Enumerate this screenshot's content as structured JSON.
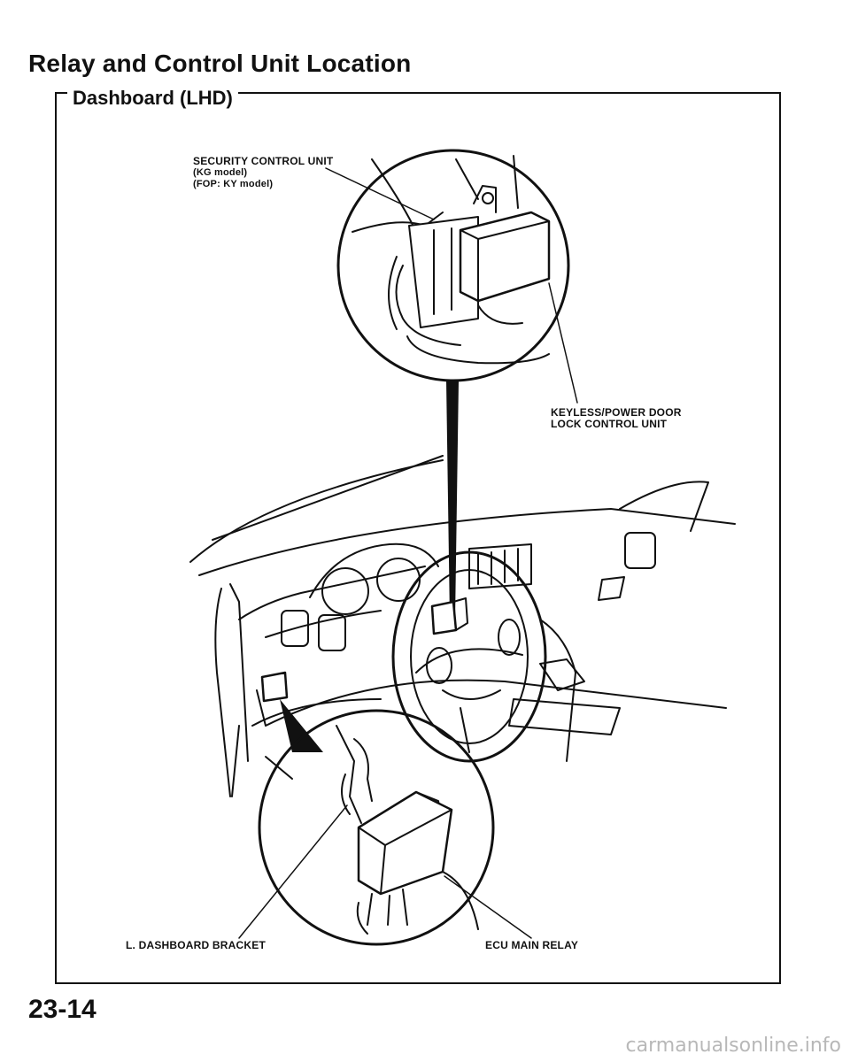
{
  "header": {
    "title": "Relay and Control Unit Location",
    "section": "Dashboard (LHD)"
  },
  "labels": {
    "security_unit": [
      "SECURITY CONTROL UNIT",
      "(KG model)",
      "(FOP: KY model)"
    ],
    "keyless_unit": [
      "KEYLESS/POWER DOOR",
      "LOCK CONTROL UNIT"
    ],
    "dashboard_bracket": "L. DASHBOARD BRACKET",
    "ecu_main_relay": "ECU MAIN RELAY"
  },
  "footer": {
    "page_number": "23-14",
    "watermark": "carmanualsonline.info"
  }
}
